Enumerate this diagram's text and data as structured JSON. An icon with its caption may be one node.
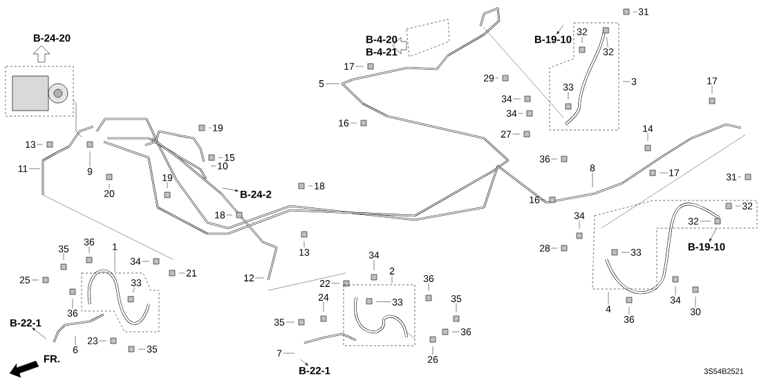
{
  "diagram": {
    "nodes": [
      {
        "text": [
          "13"
        ]
      },
      {
        "text": [
          "11"
        ]
      },
      {
        "text": [
          "9"
        ]
      },
      {
        "text": [
          "20"
        ]
      },
      {
        "text": [
          "19"
        ]
      },
      {
        "text": [
          "15"
        ]
      },
      {
        "text": [
          "10"
        ]
      },
      {
        "text": [
          "19"
        ]
      },
      {
        "text": [
          "18"
        ]
      },
      {
        "text": [
          "18"
        ]
      },
      {
        "text": [
          "13"
        ]
      },
      {
        "text": [
          "12"
        ]
      },
      {
        "text": [
          "17"
        ]
      },
      {
        "text": [
          "5"
        ]
      },
      {
        "text": [
          "16"
        ]
      },
      {
        "text": [
          "29"
        ]
      },
      {
        "text": [
          "34"
        ]
      },
      {
        "text": [
          "34"
        ]
      },
      {
        "text": [
          "27"
        ]
      },
      {
        "text": [
          "33"
        ]
      },
      {
        "text": [
          "32"
        ]
      },
      {
        "text": [
          "32"
        ]
      },
      {
        "text": [
          "31"
        ]
      },
      {
        "text": [
          "3"
        ]
      },
      {
        "text": [
          "36"
        ]
      },
      {
        "text": [
          "17"
        ]
      },
      {
        "text": [
          "14"
        ]
      },
      {
        "text": [
          "8"
        ]
      },
      {
        "text": [
          "17"
        ]
      },
      {
        "text": [
          "16"
        ]
      },
      {
        "text": [
          "31"
        ]
      },
      {
        "text": [
          "32"
        ]
      },
      {
        "text": [
          "32"
        ]
      },
      {
        "text": [
          "34"
        ]
      },
      {
        "text": [
          "28"
        ]
      },
      {
        "text": [
          "33"
        ]
      },
      {
        "text": [
          "4"
        ]
      },
      {
        "text": [
          "36"
        ]
      },
      {
        "text": [
          "34"
        ]
      },
      {
        "text": [
          "30"
        ]
      },
      {
        "text": [
          "35"
        ]
      },
      {
        "text": [
          "36"
        ]
      },
      {
        "text": [
          "1"
        ]
      },
      {
        "text": [
          "34"
        ]
      },
      {
        "text": [
          "21"
        ]
      },
      {
        "text": [
          "25"
        ]
      },
      {
        "text": [
          "33"
        ]
      },
      {
        "text": [
          "36"
        ]
      },
      {
        "text": [
          "6"
        ]
      },
      {
        "text": [
          "23"
        ]
      },
      {
        "text": [
          "35"
        ]
      },
      {
        "text": [
          "34"
        ]
      },
      {
        "text": [
          "2"
        ]
      },
      {
        "text": [
          "22"
        ]
      },
      {
        "text": [
          "24"
        ]
      },
      {
        "text": [
          "33"
        ]
      },
      {
        "text": [
          "36"
        ]
      },
      {
        "text": [
          "35"
        ]
      },
      {
        "text": [
          "35"
        ]
      },
      {
        "text": [
          "36"
        ]
      },
      {
        "text": [
          "26"
        ]
      },
      {
        "text": [
          "7"
        ]
      },
      {
        "text": [
          "B-24-2"
        ]
      },
      {
        "text": [
          "B-19-10"
        ]
      },
      {
        "text": [
          "B-19-10"
        ]
      },
      {
        "text": [
          "B-22-1"
        ]
      },
      {
        "text": [
          "B-22-1"
        ]
      }
    ],
    "edges": [
      {
        "from": 0,
        "to": null,
        "arrow": "none"
      },
      {
        "from": 1,
        "to": null,
        "arrow": "none"
      },
      {
        "from": 2,
        "to": null,
        "arrow": "none"
      },
      {
        "from": 3,
        "to": null,
        "arrow": "none"
      },
      {
        "from": 4,
        "to": null,
        "arrow": "none"
      },
      {
        "from": 5,
        "to": null,
        "arrow": "none"
      },
      {
        "from": 6,
        "to": null,
        "arrow": "none"
      },
      {
        "from": 7,
        "to": null,
        "arrow": "none"
      },
      {
        "from": 8,
        "to": null,
        "arrow": "none"
      },
      {
        "from": 9,
        "to": null,
        "arrow": "none"
      },
      {
        "from": 10,
        "to": null,
        "arrow": "none"
      },
      {
        "from": 11,
        "to": null,
        "arrow": "none"
      },
      {
        "from": 12,
        "to": null,
        "arrow": "none"
      },
      {
        "from": 13,
        "to": null,
        "arrow": "none"
      },
      {
        "from": 14,
        "to": null,
        "arrow": "none"
      },
      {
        "from": 15,
        "to": null,
        "arrow": "none"
      },
      {
        "from": 16,
        "to": null,
        "arrow": "none"
      },
      {
        "from": 17,
        "to": null,
        "arrow": "none"
      },
      {
        "from": 18,
        "to": null,
        "arrow": "none"
      },
      {
        "from": 19,
        "to": null,
        "arrow": "none"
      },
      {
        "from": 20,
        "to": null,
        "arrow": "none"
      },
      {
        "from": 21,
        "to": null,
        "arrow": "none"
      },
      {
        "from": 22,
        "to": null,
        "arrow": "none"
      },
      {
        "from": 23,
        "to": null,
        "arrow": "none"
      },
      {
        "from": 24,
        "to": null,
        "arrow": "none"
      },
      {
        "from": 25,
        "to": null,
        "arrow": "none"
      },
      {
        "from": 26,
        "to": null,
        "arrow": "none"
      },
      {
        "from": 27,
        "to": null,
        "arrow": "none"
      },
      {
        "from": 28,
        "to": null,
        "arrow": "none"
      },
      {
        "from": 29,
        "to": null,
        "arrow": "none"
      },
      {
        "from": 30,
        "to": null,
        "arrow": "none"
      },
      {
        "from": 31,
        "to": null,
        "arrow": "none"
      },
      {
        "from": 32,
        "to": null,
        "arrow": "none"
      },
      {
        "from": 33,
        "to": null,
        "arrow": "none"
      },
      {
        "from": 34,
        "to": null,
        "arrow": "none"
      },
      {
        "from": 35,
        "to": null,
        "arrow": "none"
      },
      {
        "from": 36,
        "to": null,
        "arrow": "none"
      },
      {
        "from": 37,
        "to": null,
        "arrow": "none"
      },
      {
        "from": 38,
        "to": null,
        "arrow": "none"
      },
      {
        "from": 39,
        "to": null,
        "arrow": "none"
      },
      {
        "from": 40,
        "to": null,
        "arrow": "none"
      },
      {
        "from": 41,
        "to": null,
        "arrow": "none"
      },
      {
        "from": 42,
        "to": null,
        "arrow": "none"
      },
      {
        "from": 43,
        "to": null,
        "arrow": "none"
      },
      {
        "from": 44,
        "to": null,
        "arrow": "none"
      },
      {
        "from": 45,
        "to": null,
        "arrow": "none"
      },
      {
        "from": 46,
        "to": null,
        "arrow": "none"
      },
      {
        "from": 47,
        "to": null,
        "arrow": "none"
      },
      {
        "from": 48,
        "to": null,
        "arrow": "none"
      },
      {
        "from": 49,
        "to": null,
        "arrow": "none"
      },
      {
        "from": 50,
        "to": null,
        "arrow": "none"
      },
      {
        "from": 51,
        "to": null,
        "arrow": "none"
      },
      {
        "from": 52,
        "to": null,
        "arrow": "none"
      },
      {
        "from": 53,
        "to": null,
        "arrow": "none"
      },
      {
        "from": 54,
        "to": null,
        "arrow": "none"
      },
      {
        "from": 55,
        "to": null,
        "arrow": "none"
      },
      {
        "from": 56,
        "to": null,
        "arrow": "none"
      },
      {
        "from": 57,
        "to": null,
        "arrow": "none"
      },
      {
        "from": 58,
        "to": null,
        "arrow": "none"
      },
      {
        "from": 59,
        "to": null,
        "arrow": "none"
      },
      {
        "from": 60,
        "to": null,
        "arrow": "none"
      },
      {
        "from": 61,
        "to": null,
        "arrow": "none"
      },
      {
        "from": null,
        "to": 62,
        "arrow": "to"
      },
      {
        "from": null,
        "to": 63,
        "arrow": "to"
      },
      {
        "from": null,
        "to": 64,
        "arrow": "to"
      },
      {
        "from": null,
        "to": 65,
        "arrow": "to"
      },
      {
        "from": null,
        "to": 66,
        "arrow": "to"
      }
    ],
    "labels": [
      "B-24-20",
      "B-4-20",
      "B-4-21",
      "FR.",
      "3S54B2521"
    ]
  }
}
